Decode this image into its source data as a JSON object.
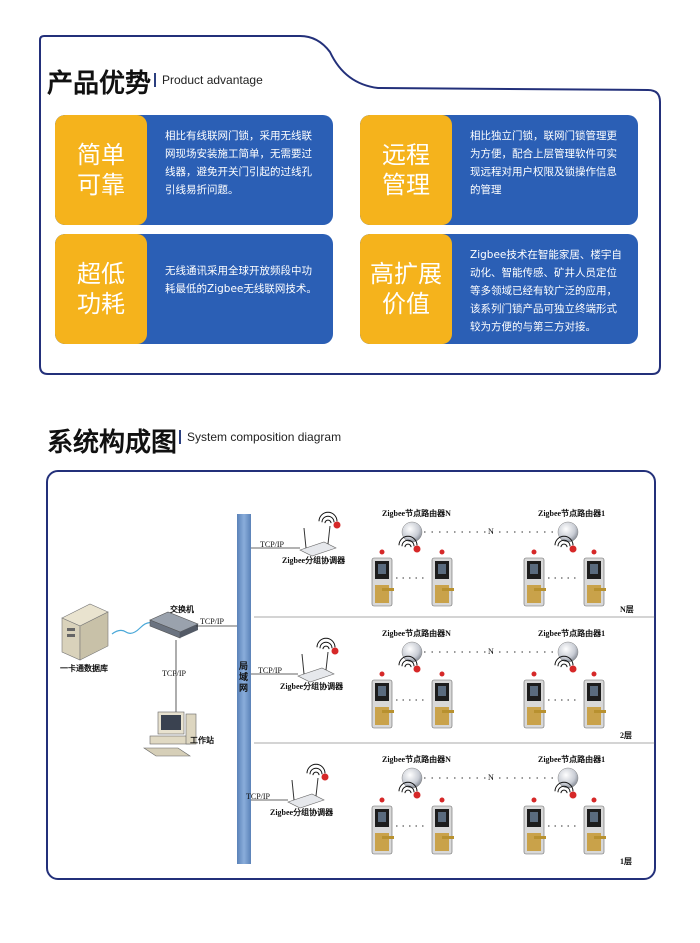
{
  "advantages": {
    "title": "产品优势",
    "subtitle": "Product advantage",
    "cards": [
      {
        "tag1": "简单",
        "tag2": "可靠",
        "text": "相比有线联网门锁，采用无线联网现场安装施工简单，无需要过线器，避免开关门引起的过线孔引线易折问题。"
      },
      {
        "tag1": "远程",
        "tag2": "管理",
        "text": "相比独立门锁，联网门锁管理更为方便，配合上层管理软件可实现远程对用户权限及锁操作信息的管理"
      },
      {
        "tag1": "超低",
        "tag2": "功耗",
        "text": "无线通讯采用全球开放频段中功耗最低的Zigbee无线联网技术。"
      },
      {
        "tag1": "高扩展",
        "tag2": "价值",
        "text": "Zigbee技术在智能家居、楼宇自动化、智能传感、矿井人员定位等多领域已经有较广泛的应用，该系列门锁产品可独立终端形式较为方便的与第三方对接。"
      }
    ]
  },
  "system": {
    "title": "系统构成图",
    "subtitle": "System composition diagram",
    "database_label": "一卡通数据库",
    "switch_label": "交换机",
    "workstation_label": "工作站",
    "tcpip": "TCP/IP",
    "lan_label": "局域网",
    "coordinator_label": "Zigbee分组协调器",
    "router_n": "Zigbee节点路由器N",
    "router_1": "Zigbee节点路由器1",
    "n_mark": "N",
    "floors": [
      "N层",
      "2层",
      "1层"
    ]
  },
  "colors": {
    "blue": "#2b5fb5",
    "yellow": "#f5b31c",
    "frame": "#23307a",
    "lan_bar": "#6f95c6"
  }
}
